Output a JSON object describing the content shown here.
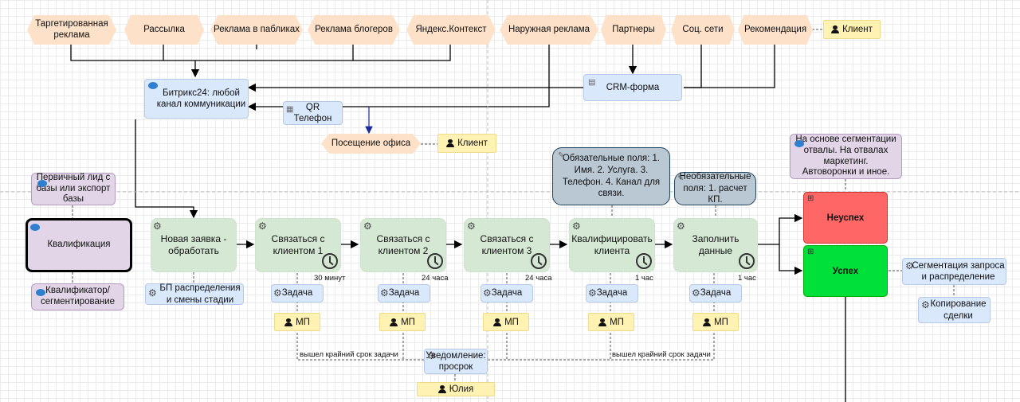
{
  "sources": [
    "Таргетированная реклама",
    "Рассылка",
    "Реклама в пабликах",
    "Реклама блогеров",
    "Яндекс.Контекст",
    "Наружная реклама",
    "Партнеры",
    "Соц. сети",
    "Рекомендация"
  ],
  "client_label": "Клиент",
  "bitrix": "Битрикс24: любой канал коммуникации",
  "crm_form": "CRM-форма",
  "qr": "QR Телефон",
  "office_visit": "Посещение офиса",
  "qualification": {
    "primary_lead": "Первичный лид с базы или экспорт базы",
    "title": "Квалификация",
    "qualifier": "Квалификатор/ сегментирование"
  },
  "steps": [
    {
      "label": "Новая заявка - обработать",
      "time": ""
    },
    {
      "label": "Связаться с клиентом 1",
      "time": "30 минут"
    },
    {
      "label": "Связаться с клиентом 2",
      "time": "24 часа"
    },
    {
      "label": "Связаться с клиентом 3",
      "time": "24 часа"
    },
    {
      "label": "Квалифицировать клиента",
      "time": "1 час"
    },
    {
      "label": "Заполнить данные",
      "time": "1 час"
    }
  ],
  "bp": "БП распределения и смены стадии",
  "task_label": "Задача",
  "mp_label": "МП",
  "required_fields": "Обязательные поля: 1. Имя. 2. Услуга. 3. Телефон. 4. Канал для связи.",
  "optional_fields": "Необязательные поля: 1. расчет КП.",
  "segmentation_note": "На основе сегментации отвалы. На отвалах маркетинг. Автоворонки и иное.",
  "fail": "Неуспех",
  "success": "Успех",
  "segmentation_request": "Сегментация запроса и распределение",
  "copy_deal": "Копирование сделки",
  "deadline_note": "вышел крайний срок задачи",
  "notification": "Уведомление: просрок",
  "julia": "Юлия",
  "colors": {
    "fail": "#ff6666",
    "success": "#00e03a",
    "hex": "#fde1c8"
  }
}
